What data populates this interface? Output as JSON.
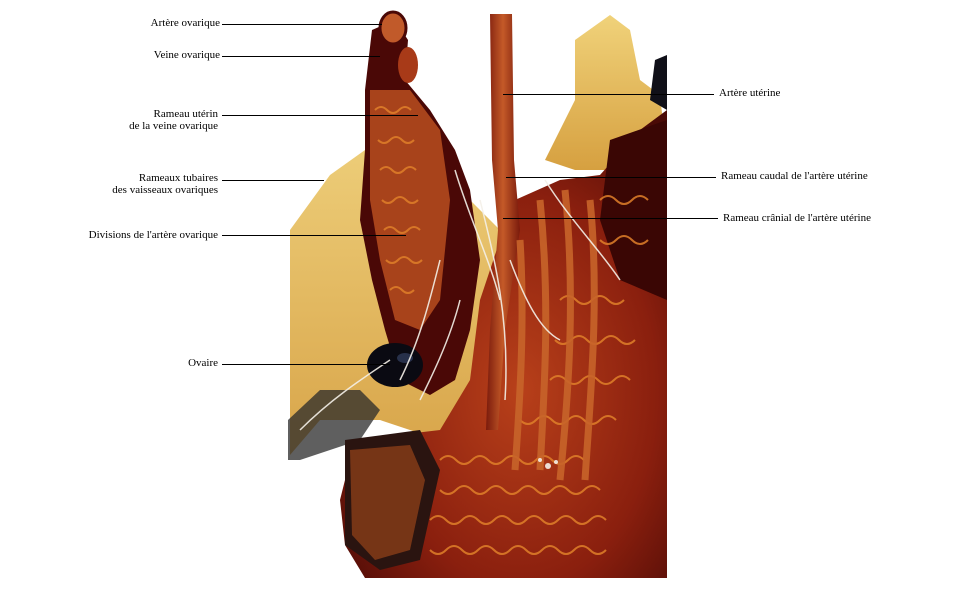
{
  "figure": {
    "left_labels": [
      {
        "lines": [
          "Artère ovarique"
        ]
      },
      {
        "lines": [
          "Veine ovarique"
        ]
      },
      {
        "lines": [
          "Rameau utérin",
          "de la veine ovarique"
        ]
      },
      {
        "lines": [
          "Rameaux tubaires",
          "des vaisseaux ovariques"
        ]
      },
      {
        "lines": [
          "Divisions de l'artère ovarique"
        ]
      },
      {
        "lines": [
          "Ovaire"
        ]
      }
    ],
    "right_labels": [
      {
        "lines": [
          "Artère utérine"
        ]
      },
      {
        "lines": [
          "Rameau caudal de l'artère utérine"
        ]
      },
      {
        "lines": [
          "Rameau crânial de l'artère utérine"
        ]
      }
    ]
  },
  "colors": {
    "background": "#ffffff",
    "tissue_dark": "#5a0d08",
    "tissue_red": "#9c2410",
    "vessel_orange": "#d0661c",
    "fat_yellow": "#e8c060",
    "ovary_black": "#0a0a12",
    "annotation_line": "#000000"
  }
}
